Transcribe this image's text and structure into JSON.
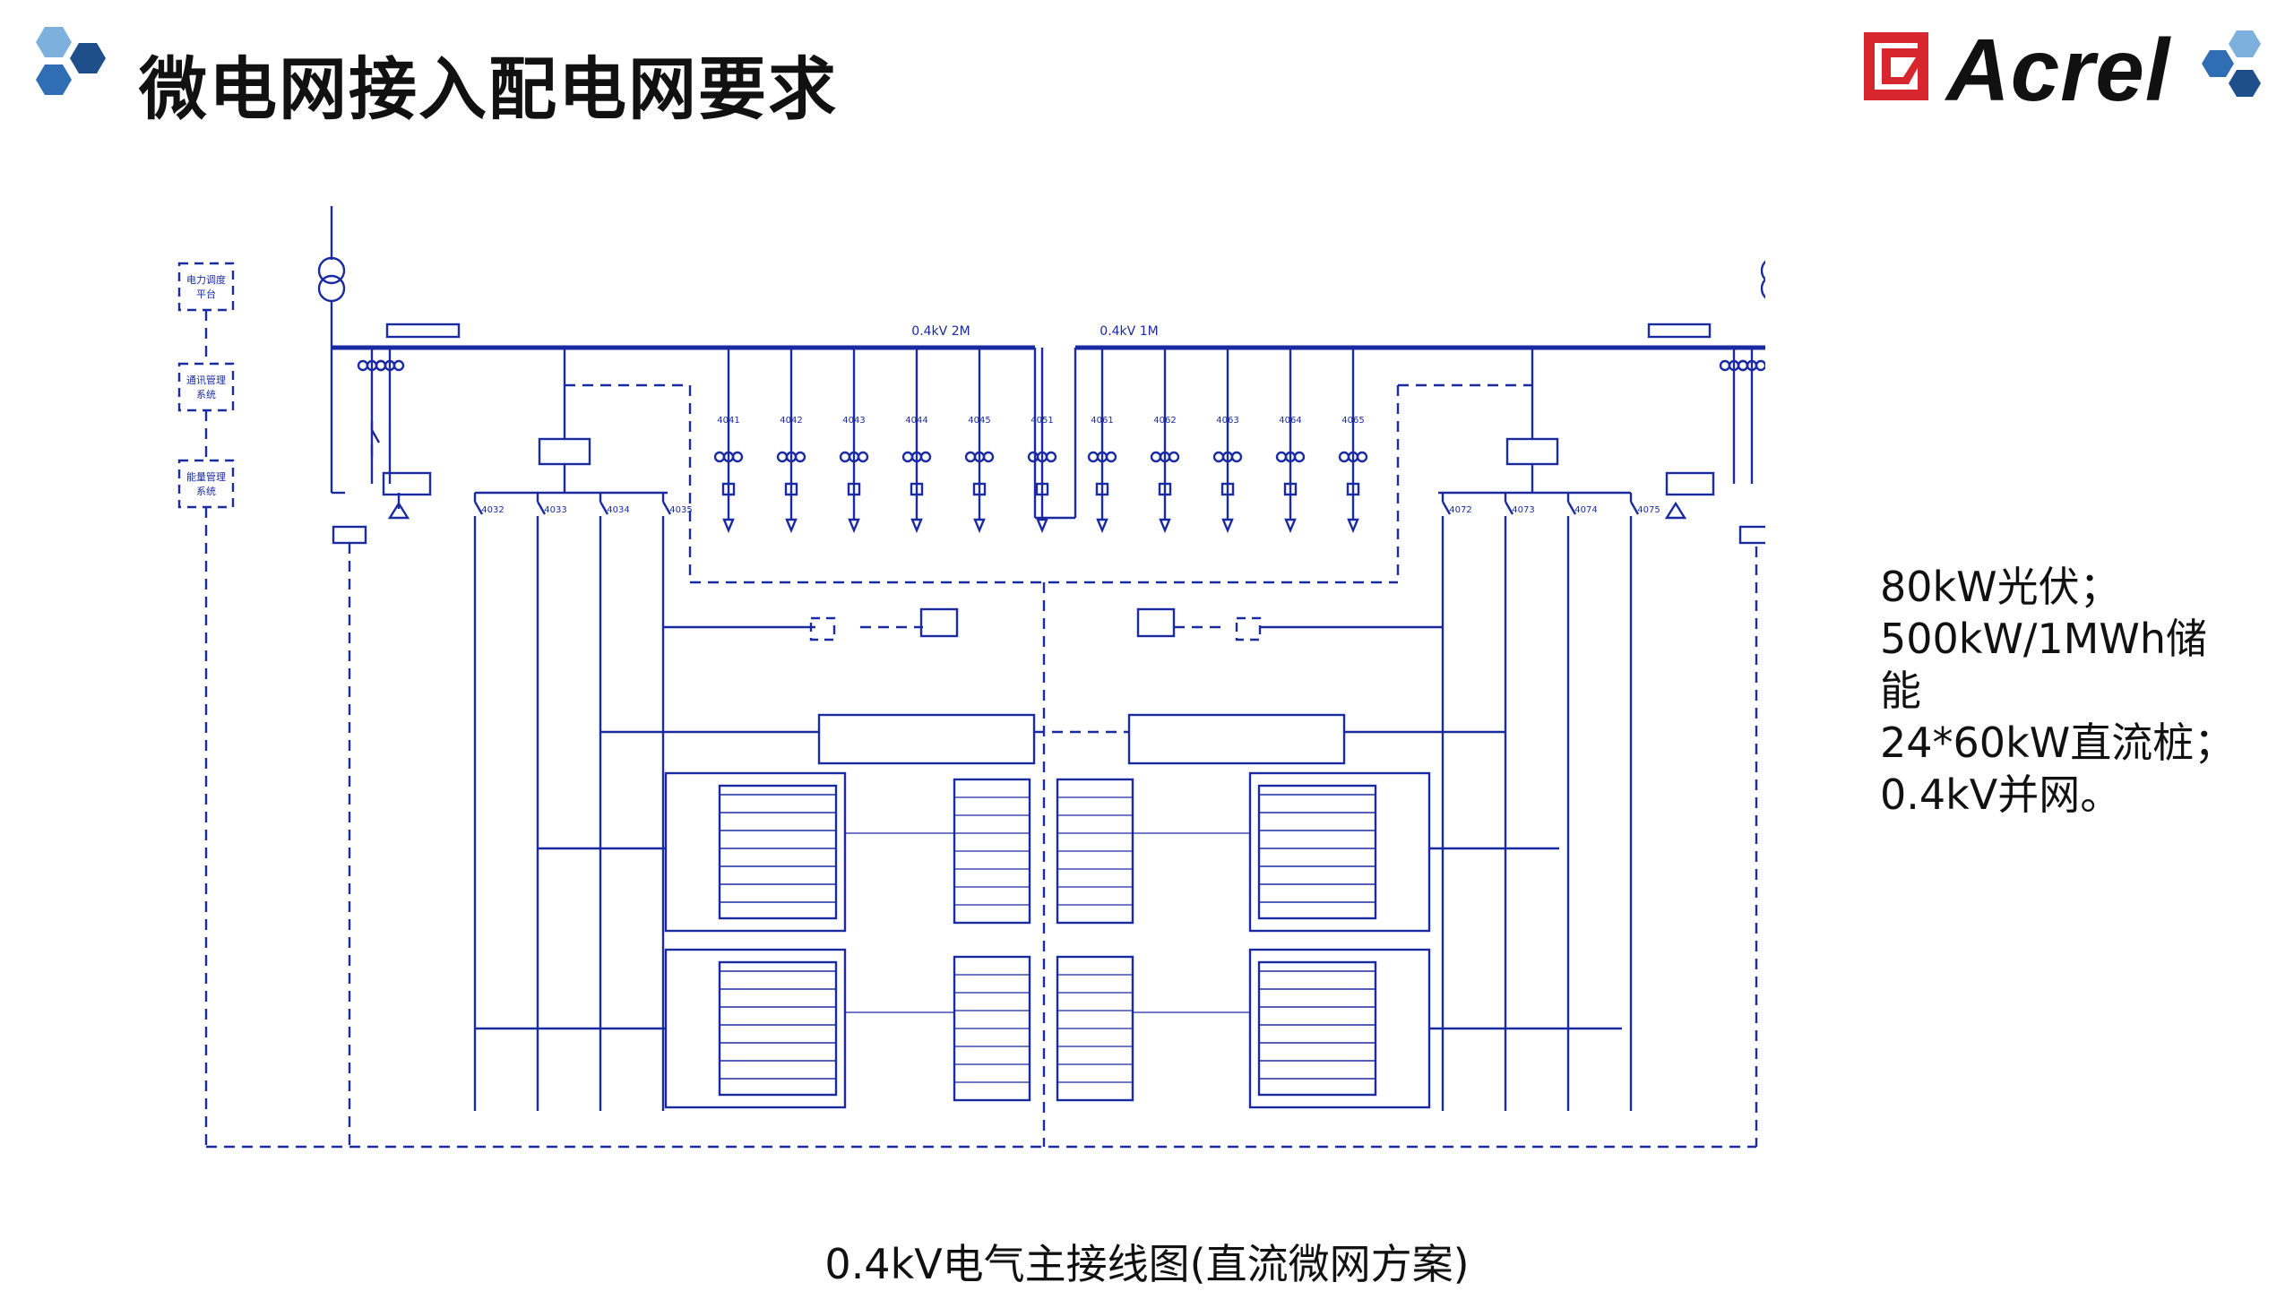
{
  "slide": {
    "title": "微电网接入配电网要求",
    "caption": "0.4kV电气主接线图(直流微网方案)",
    "specs": [
      "80kW光伏；",
      "500kW/1MWh储\n能",
      "24*60kW直流桩；",
      "0.4kV并网。"
    ]
  },
  "logo": {
    "wordmark": "Acrel",
    "icon": "acrel-logo-icon",
    "colors": {
      "red": "#d7262d",
      "blue": "#2f6eb3"
    }
  },
  "decor": {
    "hex_colors": [
      "#2f6eb3",
      "#7db0dc",
      "#1f4f8a"
    ]
  },
  "diagram": {
    "line_color": "#1a2aa0",
    "bus_left": "0.4kV 2M",
    "bus_right": "0.4kV 1M",
    "feeders_left": [
      "4041",
      "4042",
      "4043",
      "4044",
      "4045",
      "4051"
    ],
    "feeders_right": [
      "4061",
      "4062",
      "4063",
      "4064",
      "4065"
    ],
    "branches_left": [
      "4032",
      "4033",
      "4034",
      "4035"
    ],
    "branches_right": [
      "4072",
      "4073",
      "4074",
      "4075"
    ],
    "side_boxes": [
      "电力调度\n平台",
      "通讯管理\n系统",
      "能量管理\n系统"
    ]
  }
}
